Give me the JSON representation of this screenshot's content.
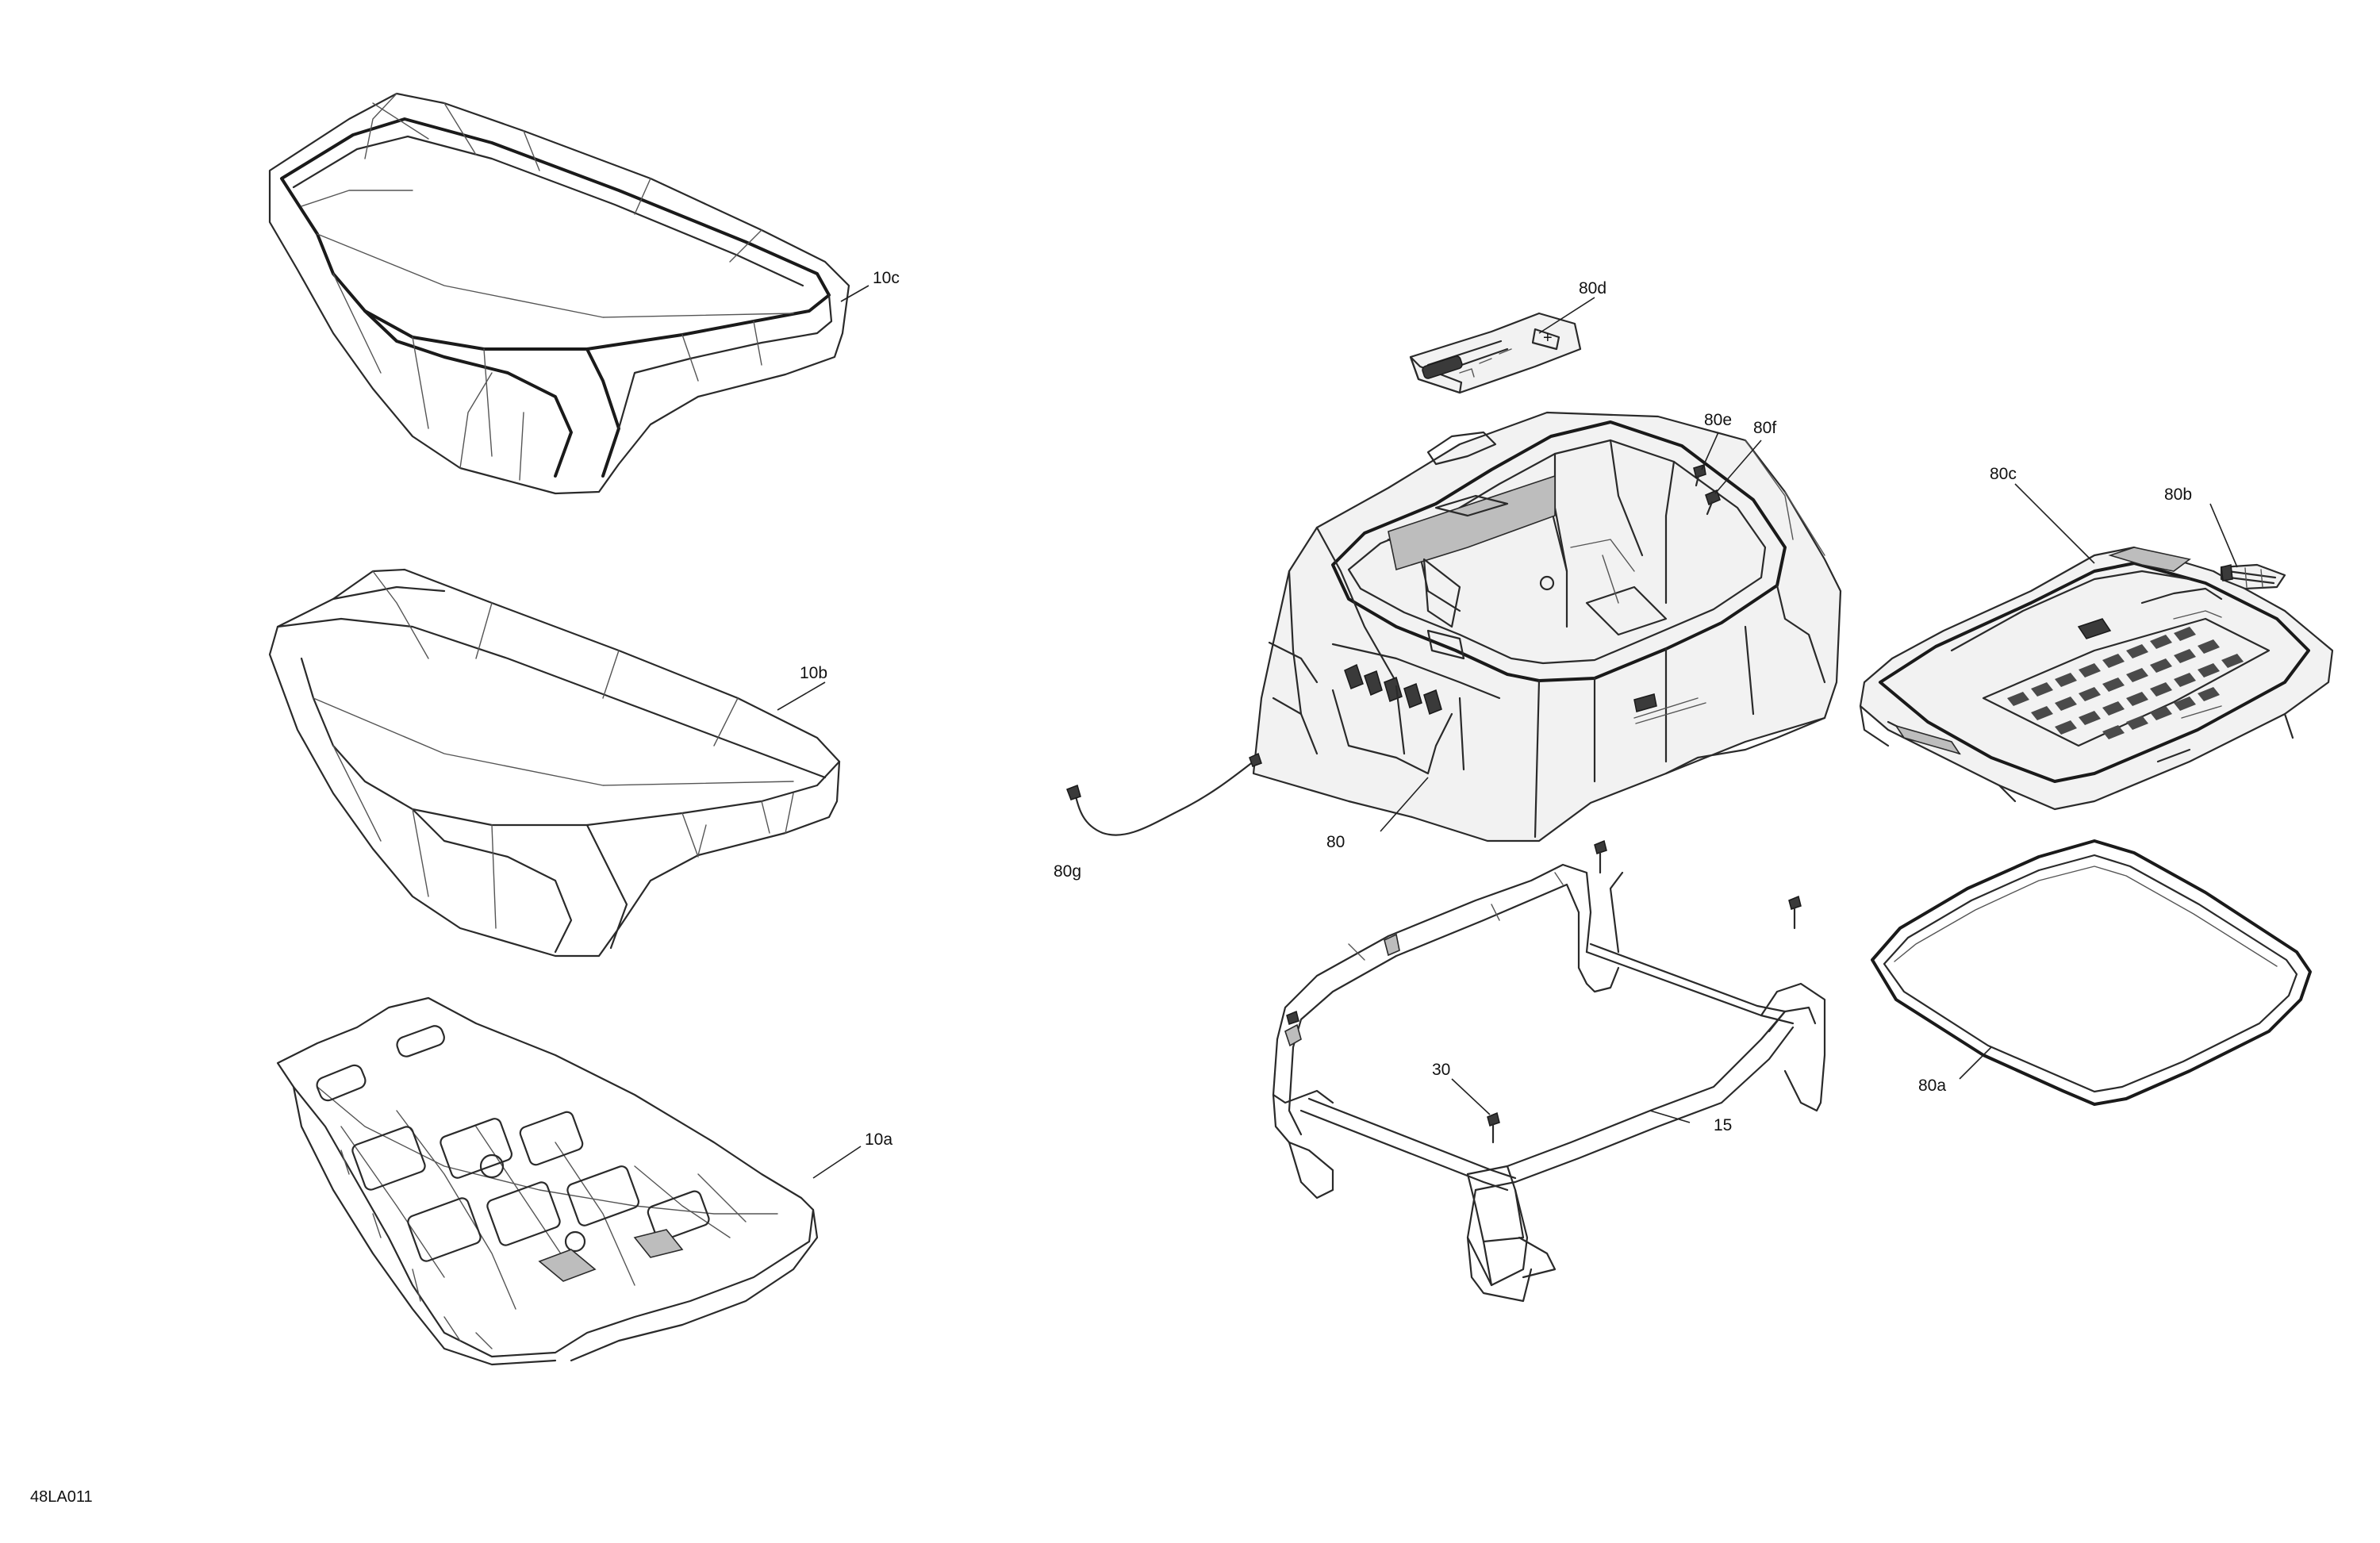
{
  "figure_ref": "48LA011",
  "callouts": {
    "c10c": "10c",
    "c10b": "10b",
    "c10a": "10a",
    "c80d": "80d",
    "c80e": "80e",
    "c80f": "80f",
    "c80c": "80c",
    "c80b": "80b",
    "c80": "80",
    "c80g": "80g",
    "c30": "30",
    "c15": "15",
    "c80a": "80a"
  }
}
